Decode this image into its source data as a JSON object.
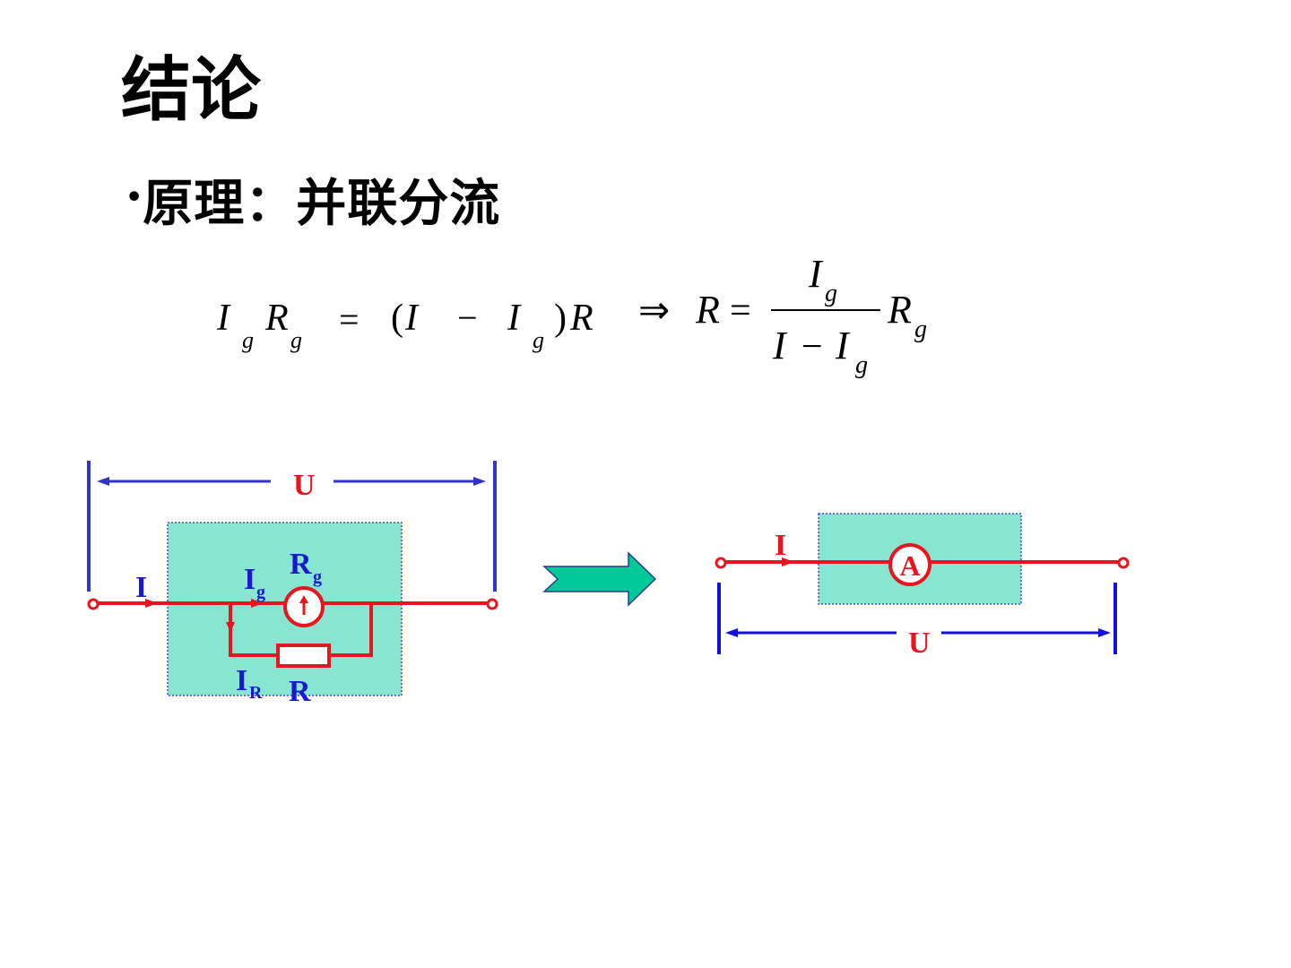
{
  "slide": {
    "title": "结论",
    "bullet": "•",
    "principle": "原理：并联分流"
  },
  "formula": {
    "lhs_I": "I",
    "lhs_g1": "g",
    "lhs_R": "R",
    "lhs_g2": "g",
    "eq": "=",
    "paren_open": "(",
    "mid_I": "I",
    "minus": "−",
    "mid_I2": "I",
    "mid_g": "g",
    "paren_close": ")",
    "mid_R": "R",
    "implies": "⇒",
    "res_R": "R",
    "res_eq": "=",
    "num_I": "I",
    "num_g": "g",
    "den_I": "I",
    "den_minus": "−",
    "den_I2": "I",
    "den_g": "g",
    "tail_R": "R",
    "tail_g": "g"
  },
  "left_circuit": {
    "voltage_label": "U",
    "current_label": "I",
    "ig_label": "I",
    "ig_sub": "g",
    "rg_label": "R",
    "rg_sub": "g",
    "ir_label": "I",
    "ir_sub": "R",
    "r_label": "R"
  },
  "right_circuit": {
    "current_label": "I",
    "meter_label": "A",
    "voltage_label": "U"
  },
  "colors": {
    "wire": "#e8141e",
    "measure": "#3333cc",
    "measure_right": "#1010e0",
    "box_fill": "#87e6d2",
    "box_border": "#4a4ad0",
    "arrow_fill": "#00c896",
    "label_blue": "#1a1acc"
  }
}
